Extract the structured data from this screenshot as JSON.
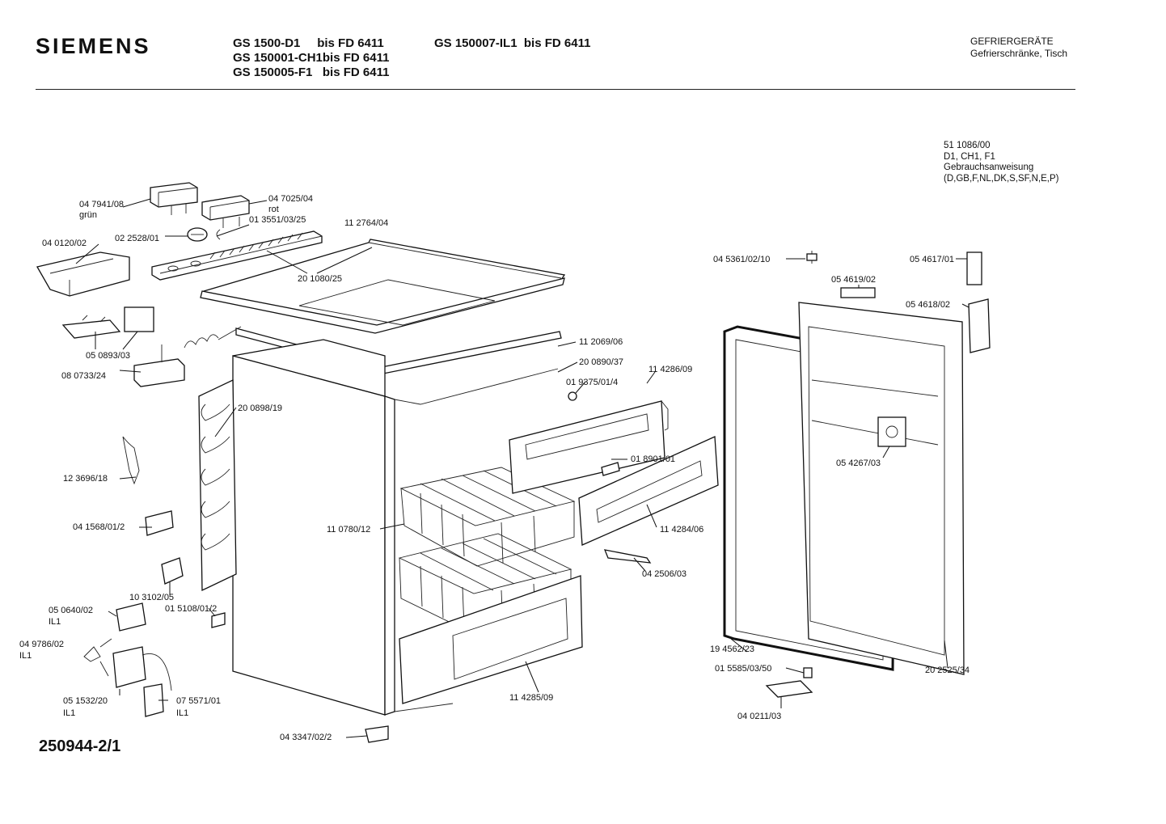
{
  "header": {
    "brand": "SIEMENS",
    "models_left": [
      "GS 1500-D1     bis FD 6411",
      "GS 150001-CH1bis FD 6411",
      "GS 150005-F1   bis FD 6411"
    ],
    "models_right": "GS 150007-IL1  bis FD 6411",
    "category_title": "GEFRIERGERÄTE",
    "category_subtitle": "Gefrierschränke, Tisch"
  },
  "document_info": {
    "lines": [
      "51 1086/00",
      "D1, CH1, F1",
      "Gebrauchsanweisung",
      "(D,GB,F,NL,DK,S,SF,N,E,P)"
    ]
  },
  "drawing_number": "250944-2/1",
  "parts": {
    "p047941": {
      "num": "04 7941/08",
      "note": "grün"
    },
    "p047025": {
      "num": "04 7025/04",
      "note": "rot"
    },
    "p013551": {
      "num": "01 3551/03/25"
    },
    "p112764": {
      "num": "11 2764/04"
    },
    "p040120": {
      "num": "04  0120/02"
    },
    "p022528": {
      "num": "02 2528/01"
    },
    "p201080": {
      "num": "20 1080/25"
    },
    "p050893": {
      "num": "05 0893/03"
    },
    "p080733": {
      "num": "08 0733/24"
    },
    "p112069": {
      "num": "11 2069/06"
    },
    "p200890": {
      "num": "20 0890/37"
    },
    "p019375": {
      "num": "01 9375/01/4"
    },
    "p114286": {
      "num": "11 4286/09"
    },
    "p200898": {
      "num": "20 0898/19"
    },
    "p123696": {
      "num": "12 3696/18"
    },
    "p018901": {
      "num": "01 8901/01"
    },
    "p041568": {
      "num": "04 1568/01/2"
    },
    "p110780": {
      "num": "11 0780/12"
    },
    "p114284": {
      "num": "11 4284/06"
    },
    "p042506": {
      "num": "04 2506/03"
    },
    "p103102": {
      "num": "10   3102/05"
    },
    "p015108": {
      "num": "01  5108/01/2"
    },
    "p050640": {
      "num": "05 0640/02",
      "note": "IL1"
    },
    "p049786": {
      "num": "04 9786/02",
      "note": "IL1"
    },
    "p051532": {
      "num": "05 1532/20",
      "note": "IL1"
    },
    "p075571": {
      "num": "07 5571/01",
      "note": "IL1"
    },
    "p114285": {
      "num": "11 4285/09"
    },
    "p043347": {
      "num": "04  3347/02/2"
    },
    "p045361": {
      "num": "04  5361/02/10"
    },
    "p054617": {
      "num": "05 4617/01"
    },
    "p054619": {
      "num": "05 4619/02"
    },
    "p054618": {
      "num": "05 4618/02"
    },
    "p054267": {
      "num": "05 4267/03"
    },
    "p194562": {
      "num": "19   4562/23"
    },
    "p015585": {
      "num": "01   5585/03/50"
    },
    "p202525": {
      "num": "20 2525/34"
    },
    "p040211": {
      "num": "04   0211/03"
    }
  }
}
